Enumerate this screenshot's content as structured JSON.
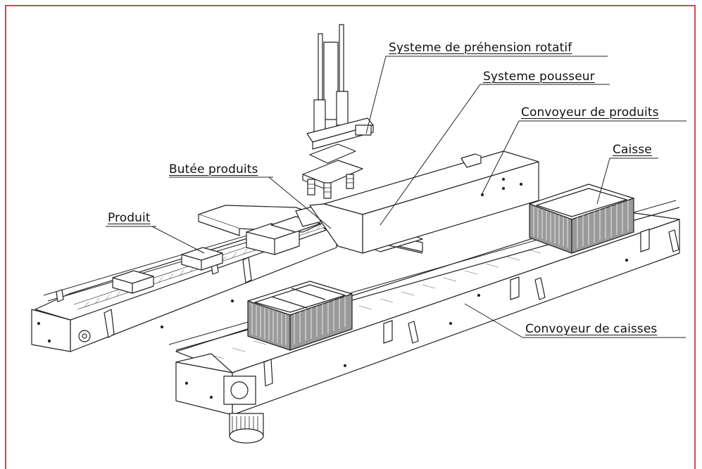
{
  "labels": {
    "gripper": "Systeme de préhension rotatif",
    "pusher": "Systeme pousseur",
    "product_conveyor": "Convoyeur de produits",
    "crate": "Caisse",
    "product_stop": "Butée produits",
    "product": "Produit",
    "crate_conveyor": "Convoyeur de caisses"
  },
  "colors": {
    "frame": "#c0504d",
    "line": "#222222",
    "crate_panel": "#9a9a9a"
  }
}
